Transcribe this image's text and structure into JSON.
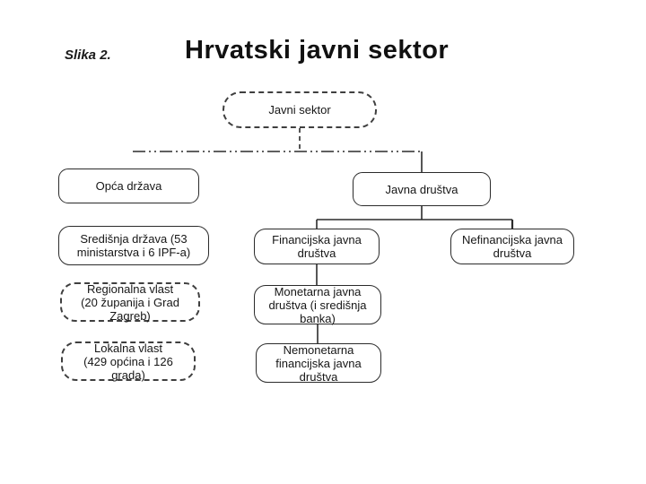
{
  "figure": {
    "caption": "Slika 2.",
    "title": "Hrvatski javni sektor"
  },
  "diagram": {
    "nodes": {
      "javni_sektor": {
        "label": "Javni sektor",
        "border": "dashed",
        "level": 0
      },
      "opca_drzava": {
        "label": "Opća država",
        "border": "solid",
        "level": 1
      },
      "javna_drustva": {
        "label": "Javna društva",
        "border": "solid",
        "level": 1
      },
      "sredisnja_drzava": {
        "label": "Središnja država (53\nministarstva i 6 IPF-a)",
        "border": "solid",
        "level": 2
      },
      "financijska": {
        "label": "Financijska javna\ndruštva",
        "border": "solid",
        "level": 2
      },
      "nefinancijska": {
        "label": "Nefinancijska javna\ndruštva",
        "border": "solid",
        "level": 2
      },
      "regionalna": {
        "label": "Regionalna vlast\n(20 županija i Grad\nZagreb)",
        "border": "dashed",
        "level": 3
      },
      "monetarna": {
        "label": "Monetarna javna\ndruštva (i središnja\nbanka)",
        "border": "solid",
        "level": 3
      },
      "lokalna": {
        "label": "Lokalna vlast\n(429 općina i 126\ngrada)",
        "border": "dashed",
        "level": 4
      },
      "nemonetarna": {
        "label": "Nemonetarna\nfinancijska javna\ndruštva",
        "border": "solid",
        "level": 4
      }
    },
    "colors": {
      "background": "#ffffff",
      "line": "#2b2b2b",
      "border": "#2b2b2b",
      "text": "#161616"
    }
  }
}
